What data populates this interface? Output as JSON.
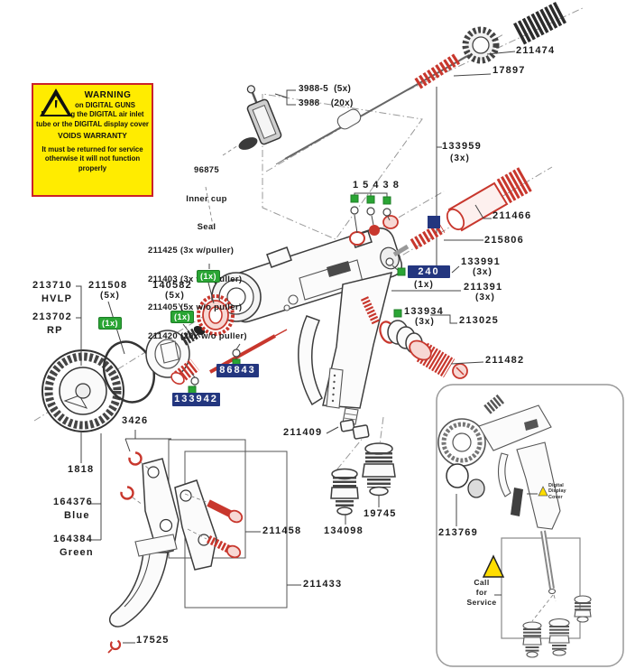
{
  "diagram": {
    "kind": "exploded-parts-diagram",
    "subject": "spray gun"
  },
  "warning_box": {
    "title": "WARNING",
    "line1": "on DIGITAL GUNS",
    "line2": "Removing the DIGITAL air inlet",
    "line3": "tube or the DIGITAL display cover",
    "line4": "VOIDS WARRANTY",
    "line5": "It must be returned for service",
    "line6": "otherwise it will not function",
    "line7": "properly"
  },
  "labels": {
    "l211474": "211474",
    "l17897": "17897",
    "l3988_5": "3988-5  (5x)",
    "l3988": "3988    (20x)",
    "l133959": "133959",
    "q133959": "(3x)",
    "l96875_1": "96875",
    "l96875_2": "Inner cup",
    "l96875_3": "Seal",
    "l15438": "1 5 4 3 8",
    "l211466": "211466",
    "l215806": "215806",
    "l211425": "211425 (3x w/puller)",
    "l211403": "211403 (3x w/o puller)",
    "l211405": "211405 (5x w/o puller)",
    "l211420": "211420 (20x w/o puller)",
    "l133991": "133991",
    "q133991": "(3x)",
    "l240": "240",
    "q240": "(1x)",
    "l211391": "211391",
    "q211391": "(3x)",
    "l213710": "213710",
    "s213710": "HVLP",
    "l211508": "211508",
    "q211508": "(5x)",
    "l140582": "140582",
    "q140582": "(5x)",
    "l213702": "213702",
    "s213702": "RP",
    "l133934": "133934",
    "q133934": "(3x)",
    "l213025": "213025",
    "l211482": "211482",
    "l86843": "86843",
    "l133942": "133942",
    "l3426": "3426",
    "l211409": "211409",
    "l1818": "1818",
    "l164376": "164376",
    "s164376": "Blue",
    "l164384": "164384",
    "s164384": "Green",
    "l19745": "19745",
    "l134098": "134098",
    "l211458": "211458",
    "l211433": "211433",
    "l17525": "17525",
    "l213769": "213769",
    "qty1x": "(1x)"
  },
  "inset": {
    "call1": "Call",
    "call2": "for",
    "call3": "Service",
    "ddc1": "Digital",
    "ddc2": "Display",
    "ddc3": "Cover"
  },
  "colors": {
    "part_red": "#c8372d",
    "kit_box_blue": "#23367f",
    "kit_marker_green": "#2aa534",
    "warning_yellow": "#ffec00",
    "warning_red": "#cc2229"
  }
}
